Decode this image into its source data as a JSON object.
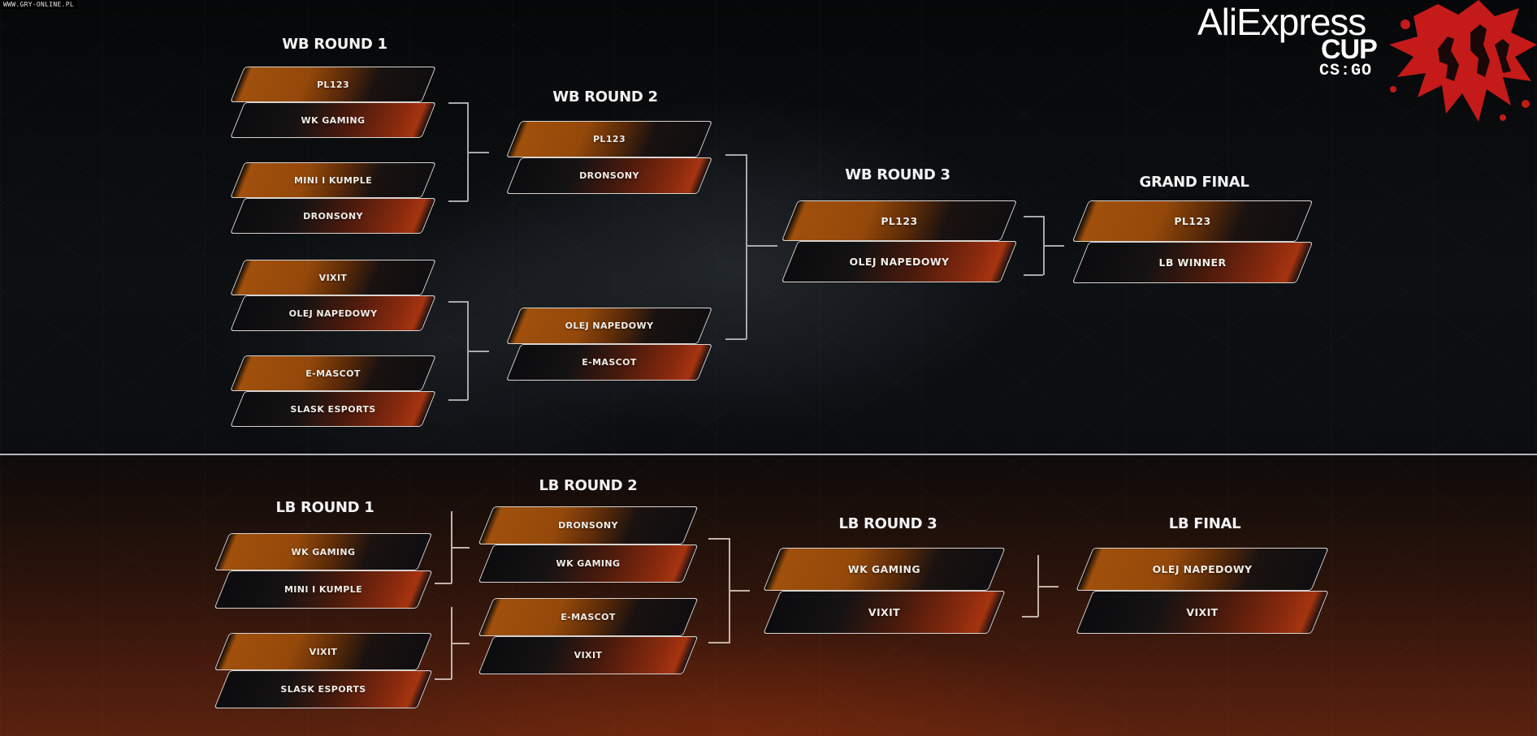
{
  "watermark": "WWW.GRY-ONLINE.PL",
  "logo": {
    "brand": "AliExpress",
    "cup": "CUP",
    "game": "CS:GO"
  },
  "colors": {
    "winner_slot": "#a0500c",
    "loser_slot": "#a63410",
    "outline": "#d8d4d0",
    "divider": "#b9b9bd",
    "lower_bg": "#5a220f"
  },
  "winners_bracket": {
    "round1": {
      "title": "WB ROUND 1",
      "matches": [
        {
          "top": "PL123",
          "bottom": "WK GAMING"
        },
        {
          "top": "MINI I KUMPLE",
          "bottom": "DRONSONY"
        },
        {
          "top": "VIXIT",
          "bottom": "OLEJ NAPEDOWY"
        },
        {
          "top": "E-MASCOT",
          "bottom": "SLASK ESPORTS"
        }
      ]
    },
    "round2": {
      "title": "WB ROUND 2",
      "matches": [
        {
          "top": "PL123",
          "bottom": "DRONSONY"
        },
        {
          "top": "OLEJ NAPEDOWY",
          "bottom": "E-MASCOT"
        }
      ]
    },
    "round3": {
      "title": "WB ROUND 3",
      "matches": [
        {
          "top": "PL123",
          "bottom": "OLEJ NAPEDOWY"
        }
      ]
    },
    "grand_final": {
      "title": "GRAND FINAL",
      "matches": [
        {
          "top": "PL123",
          "bottom": "LB WINNER"
        }
      ]
    }
  },
  "losers_bracket": {
    "round1": {
      "title": "LB ROUND 1",
      "matches": [
        {
          "top": "WK GAMING",
          "bottom": "MINI I KUMPLE"
        },
        {
          "top": "VIXIT",
          "bottom": "SLASK ESPORTS"
        }
      ]
    },
    "round2": {
      "title": "LB ROUND 2",
      "matches": [
        {
          "top": "DRONSONY",
          "bottom": "WK GAMING"
        },
        {
          "top": "E-MASCOT",
          "bottom": "VIXIT"
        }
      ]
    },
    "round3": {
      "title": "LB ROUND 3",
      "matches": [
        {
          "top": "WK GAMING",
          "bottom": "VIXIT"
        }
      ]
    },
    "final": {
      "title": "LB FINAL",
      "matches": [
        {
          "top": "OLEJ NAPEDOWY",
          "bottom": "VIXIT"
        }
      ]
    }
  }
}
